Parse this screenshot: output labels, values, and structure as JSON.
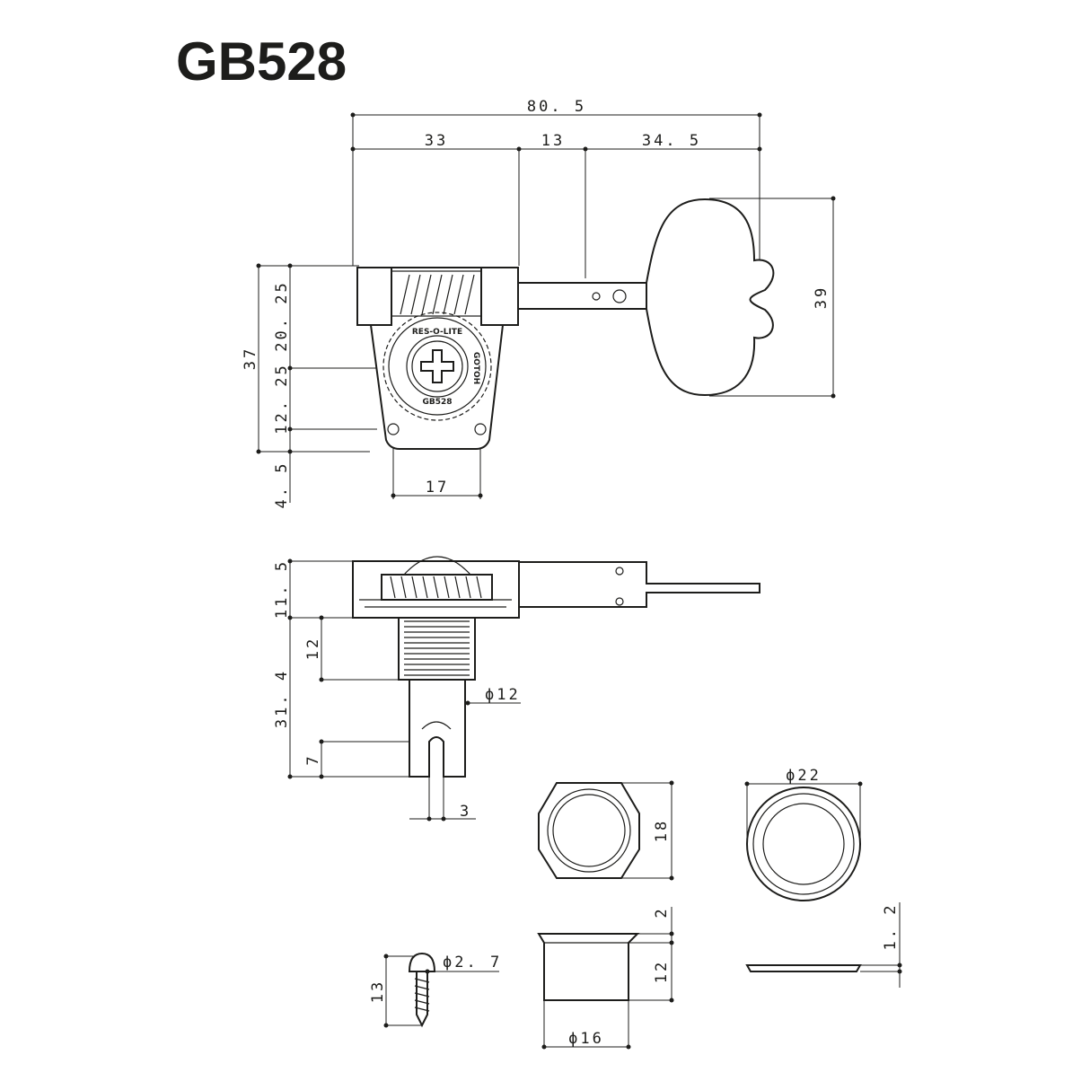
{
  "title": "GB528",
  "top_view": {
    "overall_width": "80. 5",
    "segment_left": "33",
    "segment_mid": "13",
    "segment_right": "34. 5",
    "key_height": "39",
    "total_height": "37",
    "upper_height": "20. 25",
    "lower_height": "12. 25",
    "bottom_height": "4. 5",
    "hole_spacing": "17",
    "gear_marking_1": "RES-O-LITE",
    "gear_marking_2": "GOTOH",
    "gear_marking_3": "GB528"
  },
  "side_view": {
    "head_height": "11. 5",
    "bushing_length": "12",
    "post_length": "31. 4",
    "post_diameter": "ϕ12",
    "slot_depth": "7",
    "slot_width": "3"
  },
  "nut": {
    "height": "18",
    "thickness_top": "2",
    "thickness_body": "12",
    "diameter": "ϕ16"
  },
  "washer": {
    "diameter": "ϕ22",
    "thickness": "1. 2"
  },
  "screw": {
    "diameter": "ϕ2. 7",
    "length": "13"
  }
}
